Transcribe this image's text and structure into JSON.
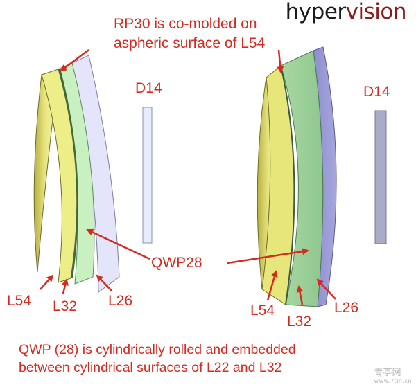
{
  "logo": {
    "part1": "hyper",
    "part2": "vision"
  },
  "annotation_rp30": {
    "line1": "RP30 is co-molded on",
    "line2": "aspheric surface of L54"
  },
  "labels": {
    "d14_left": "D14",
    "d14_right": "D14",
    "qwp28": "QWP28",
    "l54_left": "L54",
    "l32_left": "L32",
    "l26_left": "L26",
    "l54_right": "L54",
    "l32_right": "L32",
    "l26_right": "L26"
  },
  "caption": {
    "line1": "QWP (28) is cylindrically rolled and embedded",
    "line2": "between cylindrical surfaces of L22 and L32"
  },
  "watermark": {
    "text": "青亭网",
    "sub": "www.7tin.cn"
  },
  "colors": {
    "annotation_red": "#d42a20",
    "lens_l54_yellow": "#eeee88",
    "lens_l32_green": "#c8f0c0",
    "lens_l26_lavender": "#e4e4fb",
    "lens_l26_solid": "#9d9dd0",
    "d14_panel": "#e6ecfa",
    "d14_panel_solid": "#a8acc8"
  }
}
